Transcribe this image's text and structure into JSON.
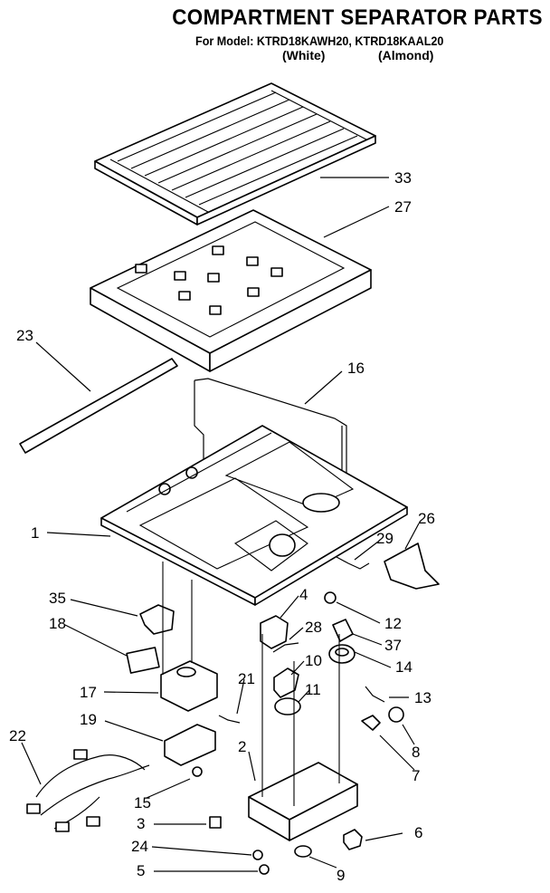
{
  "header": {
    "title": "COMPARTMENT SEPARATOR PARTS",
    "model_line": "For Model: KTRD18KAWH20,    KTRD18KAAL20",
    "color_white": "(White)",
    "color_almond": "(Almond)"
  },
  "callouts": {
    "c33": "33",
    "c27": "27",
    "c23": "23",
    "c16": "16",
    "c1": "1",
    "c26": "26",
    "c29": "29",
    "c35": "35",
    "c4": "4",
    "c12": "12",
    "c18": "18",
    "c28": "28",
    "c37": "37",
    "c10": "10",
    "c14": "14",
    "c21": "21",
    "c17": "17",
    "c11": "11",
    "c13": "13",
    "c19": "19",
    "c22": "22",
    "c8": "8",
    "c2": "2",
    "c7": "7",
    "c15": "15",
    "c3": "3",
    "c6": "6",
    "c24": "24",
    "c5": "5",
    "c9": "9"
  }
}
